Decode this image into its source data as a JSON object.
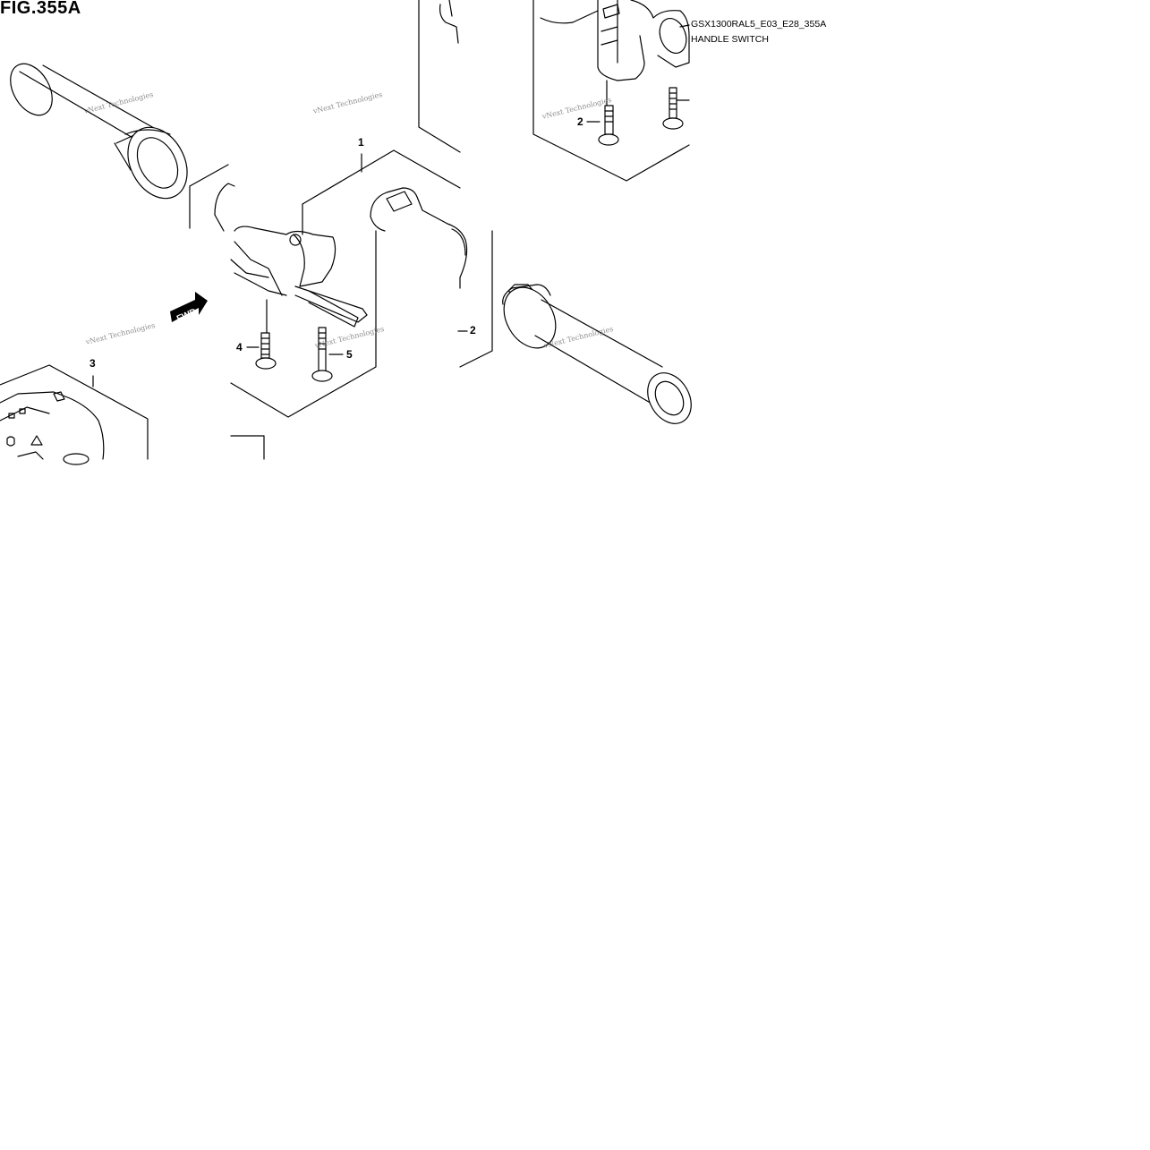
{
  "figure": {
    "title": "FIG.355A",
    "code": "GSX1300RAL5_E03_E28_355A",
    "name": "HANDLE SWITCH"
  },
  "callouts": [
    "1",
    "2",
    "2",
    "3",
    "4",
    "5"
  ],
  "direction_label": "FWD",
  "watermark": "vNext Technologies",
  "colors": {
    "line": "#000000",
    "background": "#ffffff",
    "watermark": "#7a7a7a"
  }
}
